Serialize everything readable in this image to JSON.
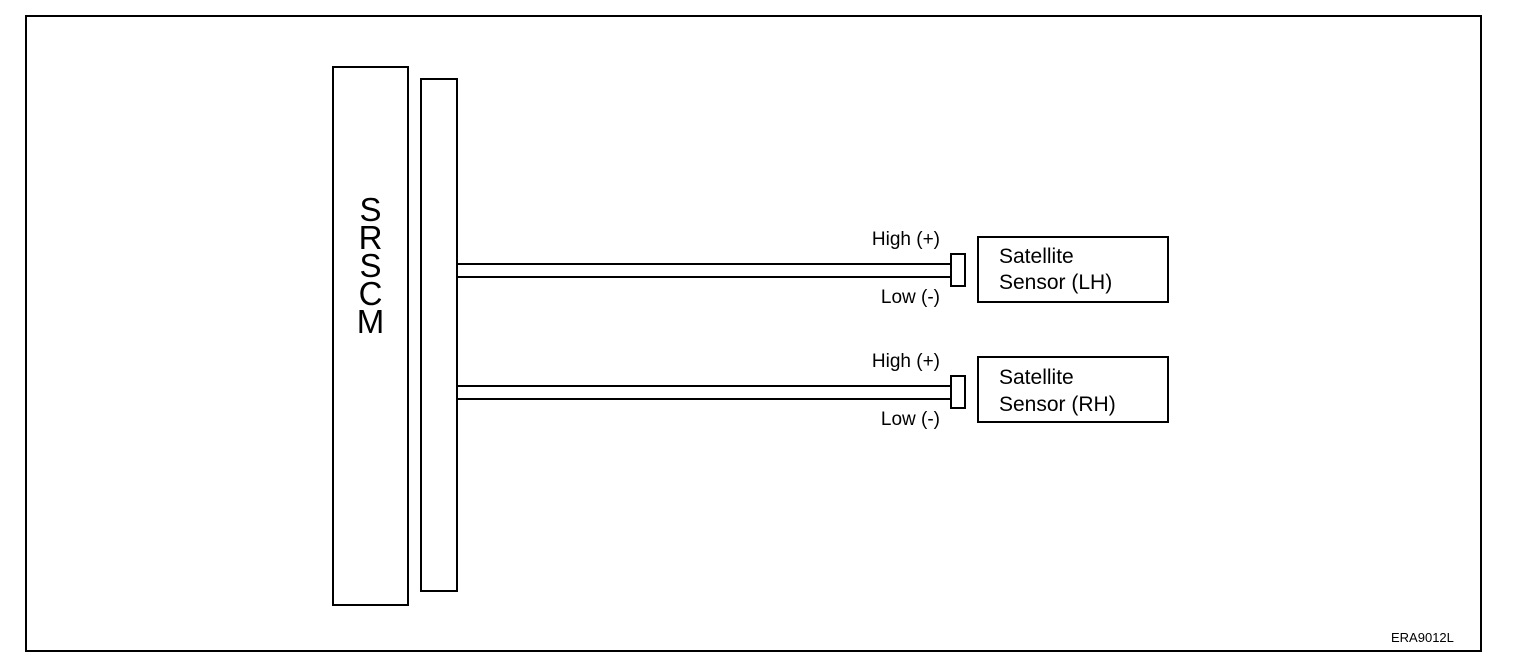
{
  "diagram": {
    "module_label": "S\nR\nS\nC\nM",
    "sensors": [
      {
        "high_label": "High (+)",
        "low_label": "Low (-)",
        "name_line1": "Satellite",
        "name_line2": "Sensor (LH)"
      },
      {
        "high_label": "High (+)",
        "low_label": "Low (-)",
        "name_line1": "Satellite",
        "name_line2": "Sensor (RH)"
      }
    ],
    "reference_code": "ERA9012L"
  }
}
